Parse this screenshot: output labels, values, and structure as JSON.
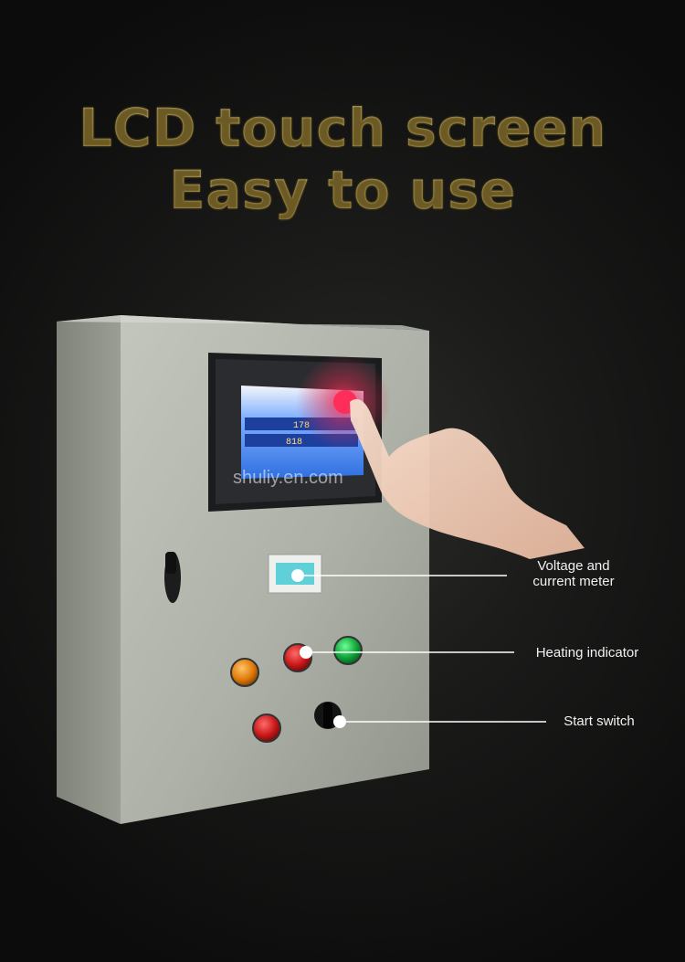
{
  "headline": {
    "line1": "LCD touch screen",
    "line2": "Easy to use"
  },
  "watermark": "shuliy.en.com",
  "screen": {
    "row1": "178",
    "row2": "818"
  },
  "callouts": [
    {
      "line1": "Voltage and",
      "line2": "current meter"
    },
    {
      "line1": "Heating indicator"
    },
    {
      "line1": "Start switch"
    }
  ],
  "colors": {
    "headline_gold": "#e6cf86",
    "cabinet": "#b4b8ae",
    "screen_blue": "#3d7fe0",
    "indicator_red": "#c81818",
    "indicator_green": "#0ea43a",
    "indicator_amber": "#e07a08"
  }
}
